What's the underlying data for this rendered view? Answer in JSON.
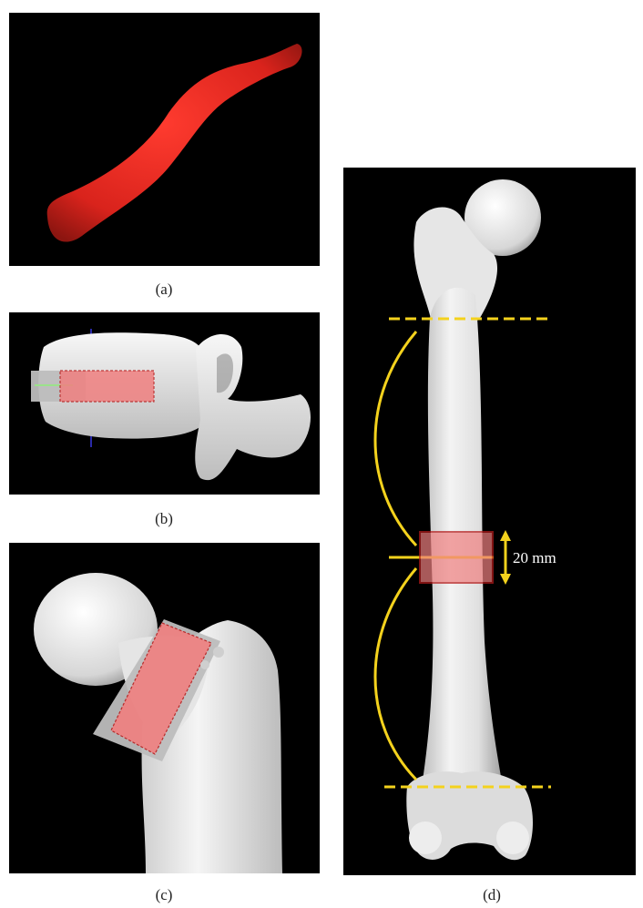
{
  "panels": {
    "a": {
      "caption": "(a)"
    },
    "b": {
      "caption": "(b)"
    },
    "c": {
      "caption": "(c)"
    },
    "d": {
      "caption": "(d)",
      "measurement_label": "20 mm"
    }
  },
  "colors": {
    "background": "#000000",
    "bone": "#eaeaea",
    "red_segment": "#d9231c",
    "highlight": "#f08080",
    "guide": "#f4d21d",
    "box_outline": "#b71c1c"
  }
}
